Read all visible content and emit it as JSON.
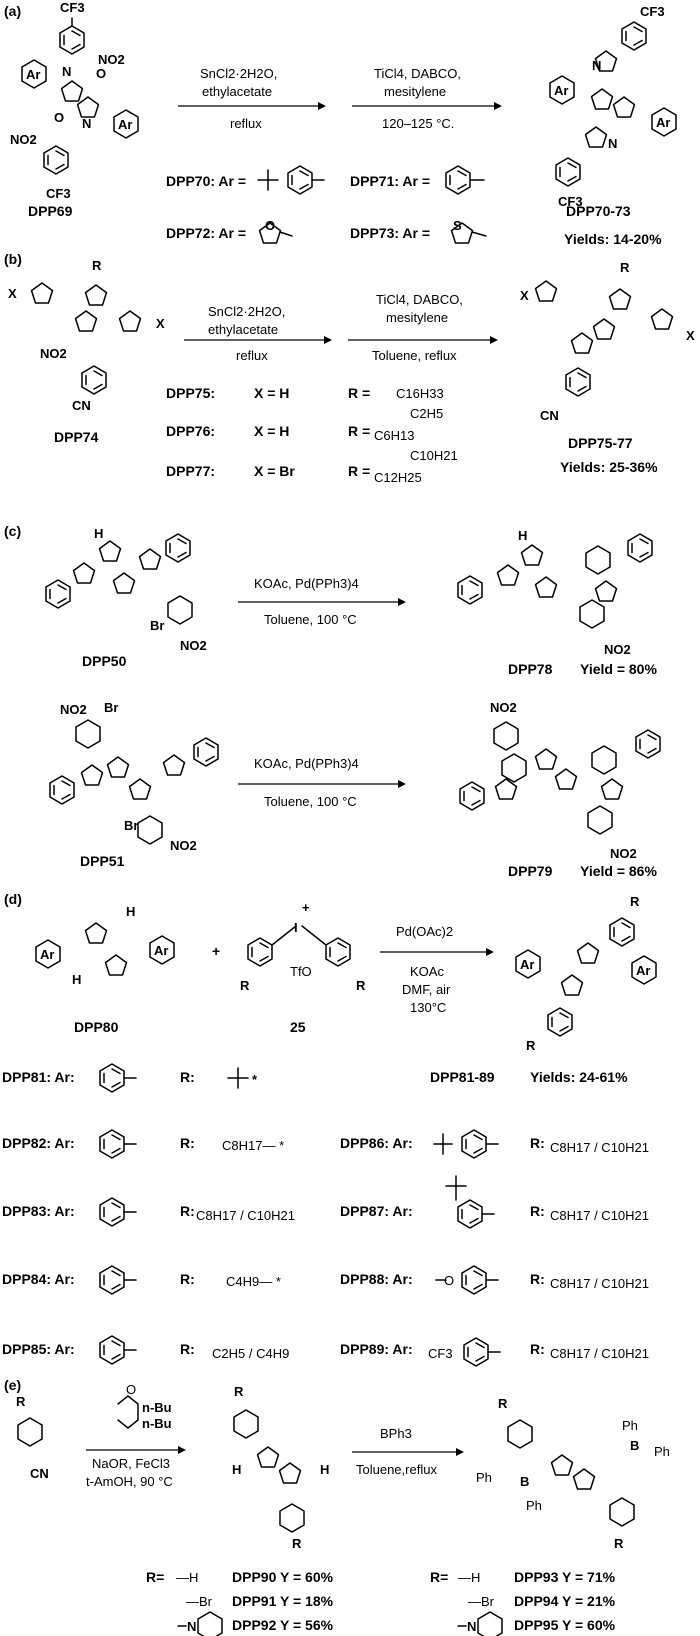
{
  "panels": {
    "a": {
      "tag": "(a)",
      "start": "DPP69",
      "cond1_top1": "SnCl2·2H2O,",
      "cond1_top2": "ethylacetate",
      "cond1_bot": "reflux",
      "cond2_top1": "TiCl4, DABCO,",
      "cond2_top2": "mesitylene",
      "cond2_bot": "120–125 °C.",
      "product": "DPP70-73",
      "yield": "Yields: 14-20%",
      "ex1": "DPP70: Ar =",
      "ex2": "DPP71: Ar =",
      "ex3": "DPP72: Ar =",
      "ex4": "DPP73: Ar =",
      "ar": "Ar",
      "cf3": "CF3",
      "no2": "NO2",
      "o": "O",
      "n": "N",
      "s": "S"
    },
    "b": {
      "tag": "(b)",
      "start": "DPP74",
      "cond1_top1": "SnCl2·2H2O,",
      "cond1_top2": "ethylacetate",
      "cond1_bot": "reflux",
      "cond2_top1": "TiCl4, DABCO,",
      "cond2_top2": "mesitylene",
      "cond2_bot": "Toluene, reflux",
      "product": "DPP75-77",
      "yield": "Yields: 25-36%",
      "r1_name": "DPP75:",
      "r1_x": "X = H",
      "r1_r": "R =",
      "r1_sub": "C16H33",
      "r2_name": "DPP76:",
      "r2_x": "X = H",
      "r2_r": "R =",
      "r2_sub_a": "C2H5",
      "r2_sub_b": "C6H13",
      "r3_name": "DPP77:",
      "r3_x": "X = Br",
      "r3_r": "R =",
      "r3_sub_a": "C10H21",
      "r3_sub_b": "C12H25",
      "x": "X",
      "r": "R",
      "cn": "CN",
      "no2": "NO2"
    },
    "c": {
      "tag": "(c)",
      "start1": "DPP50",
      "start2": "DPP51",
      "cond_top": "KOAc, Pd(PPh3)4",
      "cond_bot": "Toluene, 100 °C",
      "p1": "DPP78",
      "p1_yield": "Yield = 80%",
      "p2": "DPP79",
      "p2_yield": "Yield = 86%",
      "h": "H",
      "br": "Br",
      "no2": "NO2"
    },
    "d": {
      "tag": "(d)",
      "start": "DPP80",
      "reagent": "25",
      "plus": "+",
      "tfo": "TfO",
      "iplus": "+",
      "cond_top": "Pd(OAc)2",
      "cond_bot1": "KOAc",
      "cond_bot2": "DMF, air",
      "cond_bot3": "130°C",
      "product": "DPP81-89",
      "yield": "Yields: 24-61%",
      "rows": [
        {
          "name": "DPP81: Ar:",
          "r": "R:",
          "sub": "*"
        },
        {
          "name": "DPP82: Ar:",
          "r": "R:",
          "sub": "C8H17— *"
        },
        {
          "name": "DPP83: Ar:",
          "r": "R:",
          "sub": "C8H17 / C10H21"
        },
        {
          "name": "DPP84: Ar:",
          "r": "R:",
          "sub": "C4H9— *"
        },
        {
          "name": "DPP85: Ar:",
          "r": "R:",
          "sub": "C2H5 / C4H9"
        },
        {
          "name": "DPP86: Ar:",
          "r": "R:",
          "sub": "C8H17 / C10H21"
        },
        {
          "name": "DPP87: Ar:",
          "r": "R:",
          "sub": "C8H17 / C10H21"
        },
        {
          "name": "DPP88: Ar:",
          "r": "R:",
          "sub": "C8H17 / C10H21"
        },
        {
          "name": "DPP89: Ar:",
          "r": "R:",
          "sub": "C8H17 / C10H21"
        }
      ]
    },
    "e": {
      "tag": "(e)",
      "reagent": "n-Bu",
      "cond_bot1": "NaOR, FeCl3",
      "cond_bot2": "t-AmOH, 90 °C",
      "cond2_top": "BPh3",
      "cond2_bot": "Toluene,reflux",
      "ph": "Ph",
      "b": "B",
      "results_left": [
        {
          "r": "—H",
          "name": "DPP90 Y = 60%"
        },
        {
          "r": "—Br",
          "name": "DPP91 Y = 18%"
        },
        {
          "r": "piperidinyl",
          "name": "DPP92 Y = 56%"
        }
      ],
      "results_right": [
        {
          "r": "—H",
          "name": "DPP93 Y = 71%"
        },
        {
          "r": "—Br",
          "name": "DPP94 Y = 21%"
        },
        {
          "r": "piperidinyl",
          "name": "DPP95 Y = 60%"
        }
      ],
      "r_eq": "R=",
      "cn": "CN"
    }
  }
}
